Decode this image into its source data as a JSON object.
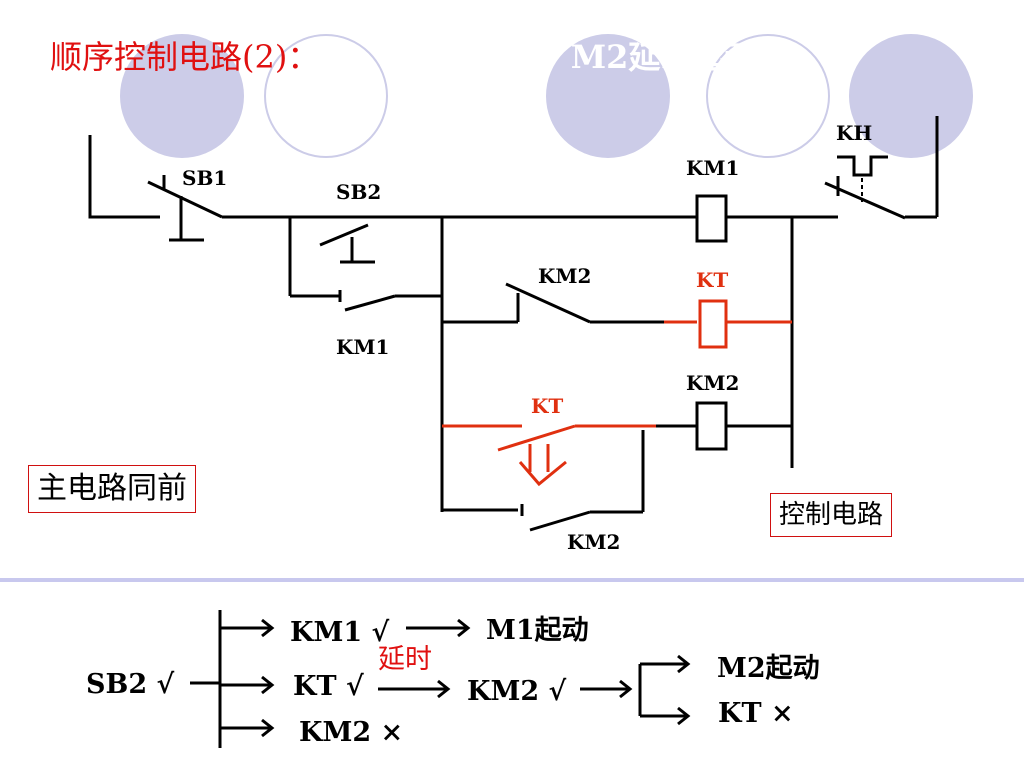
{
  "title": {
    "main": "顺序控制电路(2)：",
    "sub": "M1起动后，M2延时起动。"
  },
  "colors": {
    "red": "#e03010",
    "black": "#000000",
    "lavender": "#cccce8",
    "divider": "#c8c8ee",
    "title_red": "#e01010"
  },
  "circuit": {
    "sb1": "SB1",
    "sb2": "SB2",
    "km1_aux": "KM1",
    "km1_coil": "KM1",
    "kh": "KH",
    "km2_nc": "KM2",
    "kt_coil": "KT",
    "km2_coil": "KM2",
    "kt_contact": "KT",
    "km2_aux": "KM2"
  },
  "boxes": {
    "main_circuit": "主电路同前",
    "control_circuit": "控制电路"
  },
  "sequence": {
    "sb2": "SB2 √",
    "km1_on": "KM1 √",
    "m1_start": "M1起动",
    "delay": "延时",
    "kt_on": "KT √",
    "km2_on": "KM2 √",
    "km2_off": "KM2 ×",
    "m2_start": "M2起动",
    "kt_off": "KT ×"
  }
}
